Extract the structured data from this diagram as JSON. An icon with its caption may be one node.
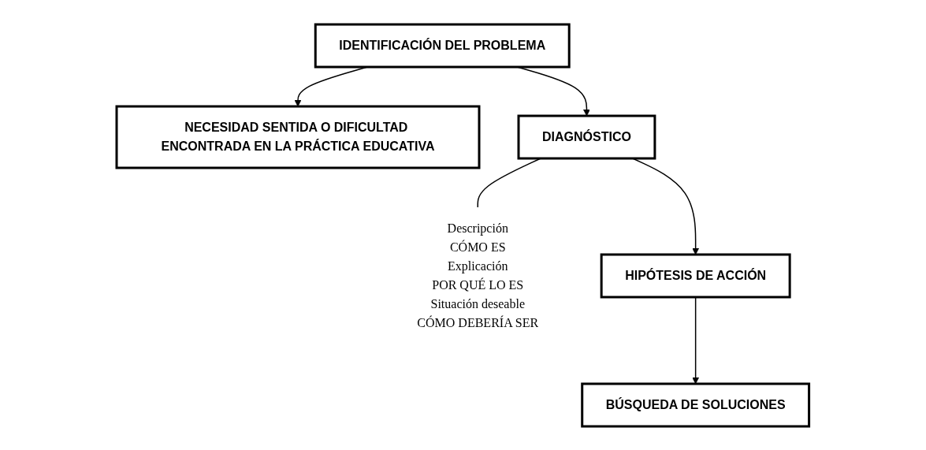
{
  "diagram": {
    "nodes": [
      {
        "text": [
          "IDENTIFICACIÓN DEL PROBLEMA"
        ]
      },
      {
        "text": [
          "NECESIDAD SENTIDA O DIFICULTAD ENCONTRADA EN LA PRÁCTICA EDUCATIVA"
        ]
      },
      {
        "text": [
          "DIAGNÓSTICO"
        ]
      },
      {
        "text": [
          "Descripción",
          "CÓMO ES",
          "Explicación",
          "POR QUÉ LO ES",
          "Situación deseable",
          "CÓMO DEBERÍA SER"
        ]
      },
      {
        "text": [
          "HIPÓTESIS DE ACCIÓN"
        ]
      },
      {
        "text": [
          "BÚSQUEDA DE SOLUCIONES"
        ]
      }
    ],
    "edges": [
      {
        "from": 0,
        "to": 1,
        "arrow": "to"
      },
      {
        "from": 0,
        "to": 2,
        "arrow": "to"
      },
      {
        "from": 2,
        "to": 3,
        "arrow": "none"
      },
      {
        "from": 2,
        "to": 4,
        "arrow": "to"
      },
      {
        "from": 4,
        "to": 5,
        "arrow": "to"
      }
    ]
  }
}
